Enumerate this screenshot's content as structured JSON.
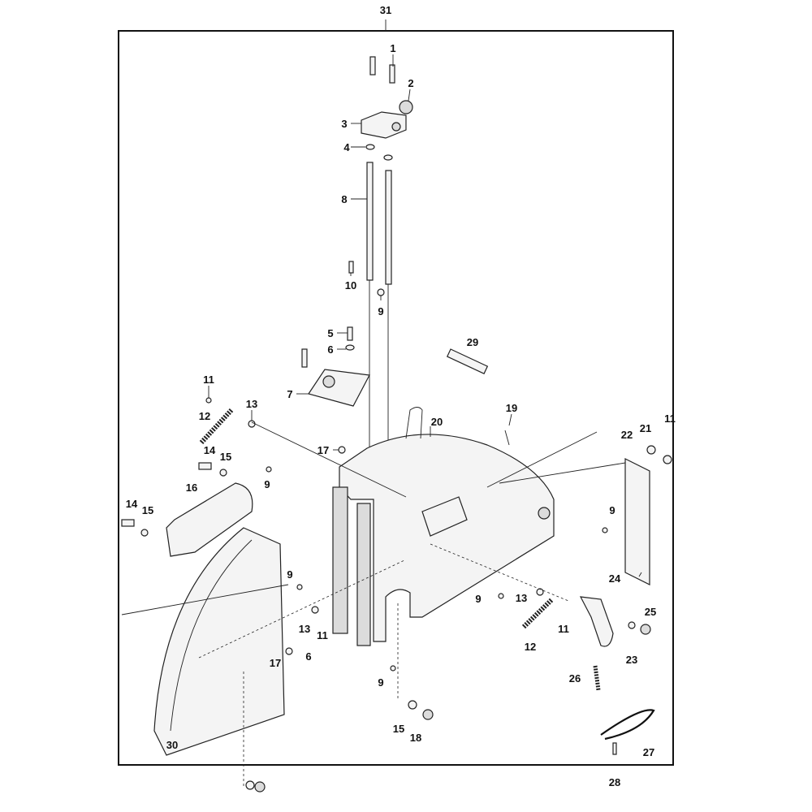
{
  "diagram": {
    "assembly_label": "31",
    "callouts": {
      "c1": "1",
      "c2": "2",
      "c3": "3",
      "c4": "4",
      "c5": "5",
      "c6a": "6",
      "c6b": "6",
      "c7": "7",
      "c8": "8",
      "c9a": "9",
      "c9b": "9",
      "c9c": "9",
      "c9d": "9",
      "c9e": "9",
      "c9f": "9",
      "c10": "10",
      "c11a": "11",
      "c11b": "11",
      "c11c": "11",
      "c11d": "11",
      "c12a": "12",
      "c12b": "12",
      "c13a": "13",
      "c13b": "13",
      "c13c": "13",
      "c14a": "14",
      "c14b": "14",
      "c15a": "15",
      "c15b": "15",
      "c15c": "15",
      "c16": "16",
      "c17a": "17",
      "c17b": "17",
      "c18": "18",
      "c19": "19",
      "c20": "20",
      "c21": "21",
      "c22": "22",
      "c23": "23",
      "c24": "24",
      "c25": "25",
      "c26": "26",
      "c27": "27",
      "c28": "28",
      "c29": "29",
      "c30": "30"
    }
  }
}
